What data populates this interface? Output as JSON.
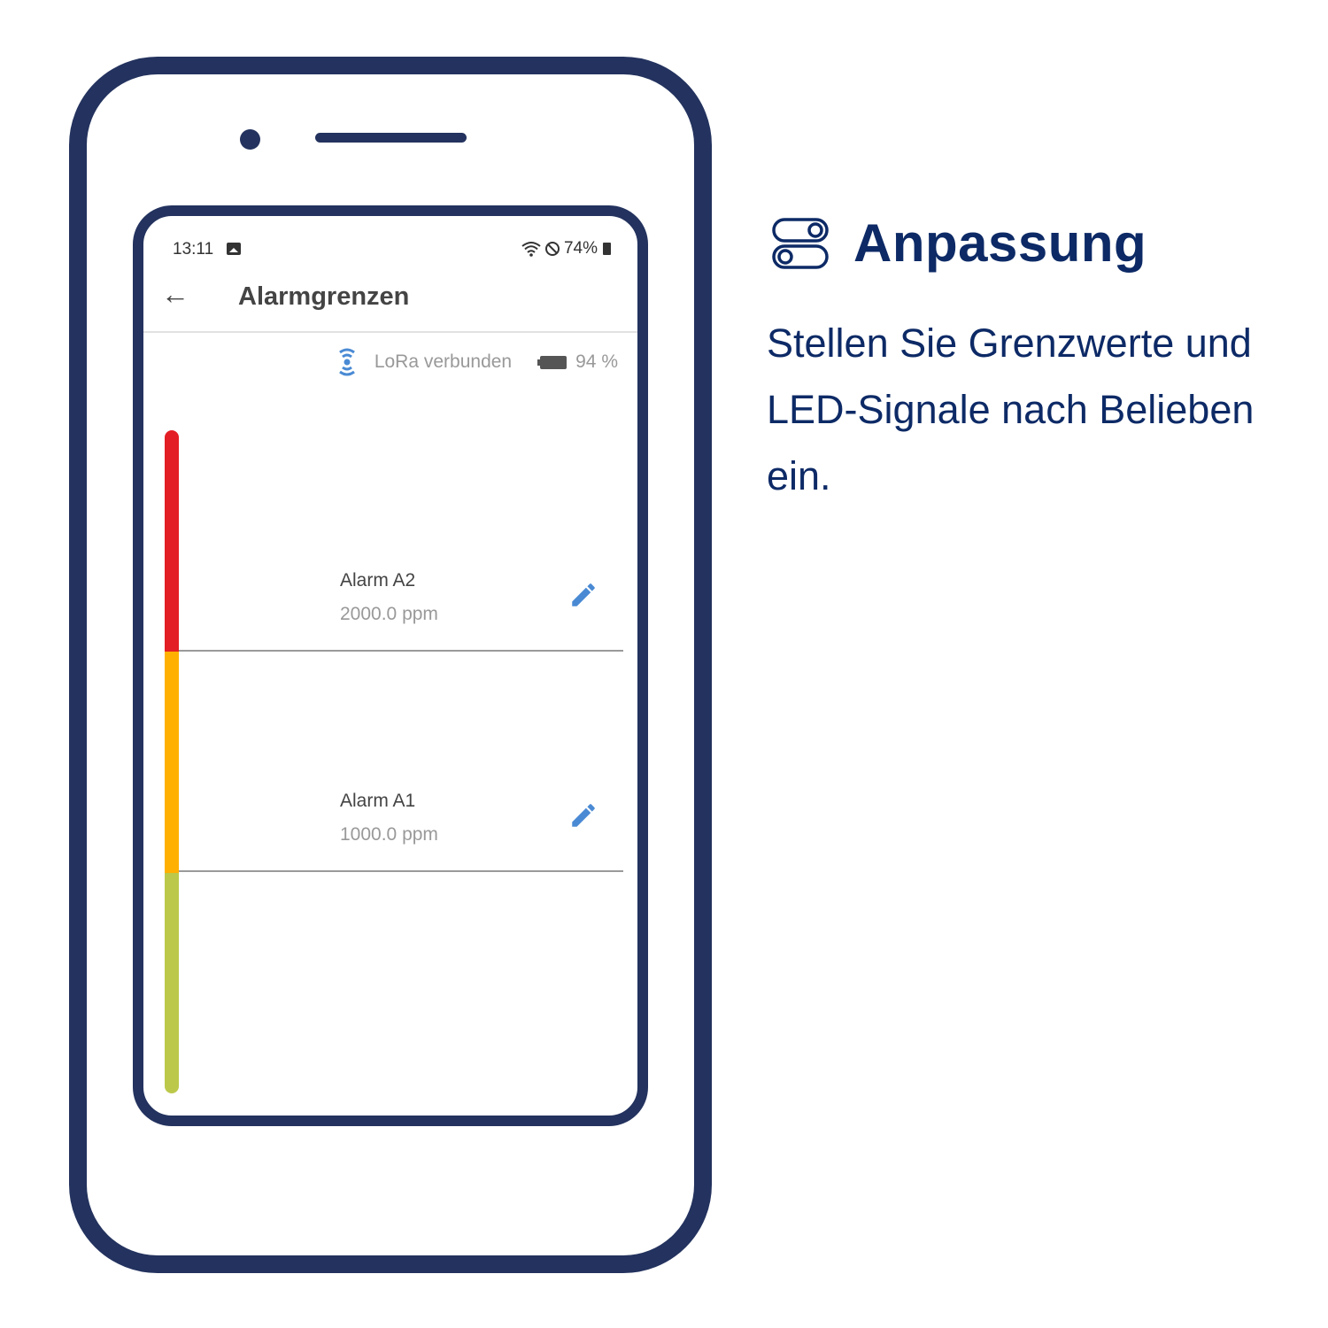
{
  "device": {
    "status_bar": {
      "time": "13:11",
      "battery_percent": "74%"
    },
    "app_bar": {
      "back_label": "←",
      "title": "Alarmgrenzen"
    },
    "connection": {
      "label": "LoRa verbunden",
      "battery": "94 %"
    },
    "alarms": [
      {
        "name": "Alarm A2",
        "value": "2000.0 ppm",
        "color": "#e31e24"
      },
      {
        "name": "Alarm A1",
        "value": "1000.0 ppm",
        "color": "#ffb000"
      }
    ],
    "level_colors": {
      "high": "#e31e24",
      "mid": "#ffb000",
      "low": "#bcc84a"
    }
  },
  "feature": {
    "title": "Anpassung",
    "description": "Stellen Sie Grenzwerte und LED-Signale nach Belieben ein."
  },
  "colors": {
    "brand": "#0d2a66",
    "frame": "#23325e",
    "accent": "#4a8ad4"
  }
}
